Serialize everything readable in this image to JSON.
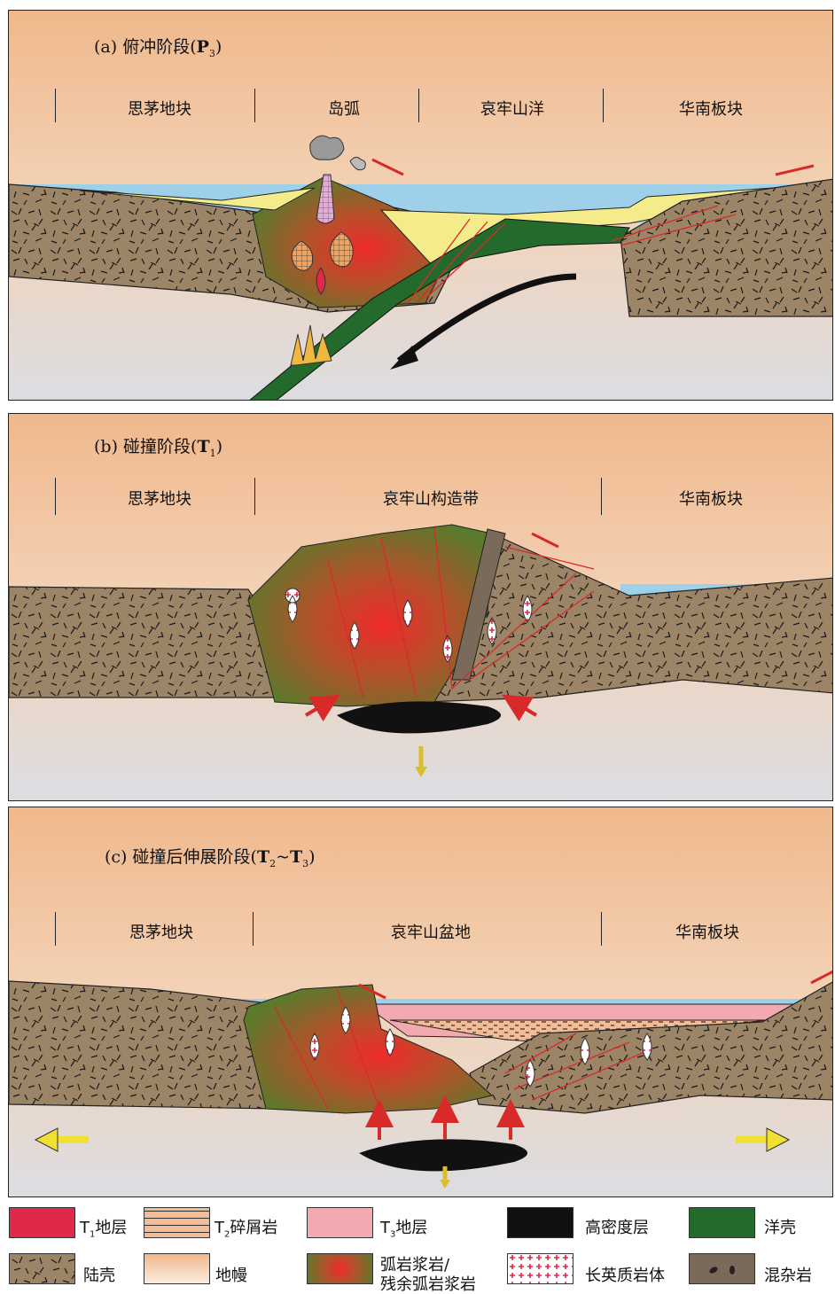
{
  "panels": {
    "a": {
      "label": "(a) 俯冲阶段",
      "period": "P",
      "period_sub": "3",
      "zones": [
        "思茅地块",
        "岛弧",
        "哀牢山洋",
        "华南板块"
      ]
    },
    "b": {
      "label": "(b) 碰撞阶段",
      "period": "T",
      "period_sub": "1",
      "zones": [
        "思茅地块",
        "哀牢山构造带",
        "华南板块"
      ]
    },
    "c": {
      "label": "(c) 碰撞后伸展阶段",
      "period_start": "T",
      "period_start_sub": "2",
      "period_sep": "~",
      "period_end": "T",
      "period_end_sub": "3",
      "zones": [
        "思茅地块",
        "哀牢山盆地",
        "华南板块"
      ]
    }
  },
  "legend": {
    "items": [
      {
        "prefix": "T",
        "sub": "1",
        "label": "地层"
      },
      {
        "prefix": "T",
        "sub": "2",
        "label": "碎屑岩"
      },
      {
        "prefix": "T",
        "sub": "3",
        "label": "地层"
      },
      {
        "prefix": "",
        "sub": "",
        "label": "高密度层"
      },
      {
        "prefix": "",
        "sub": "",
        "label": "洋壳"
      },
      {
        "prefix": "",
        "sub": "",
        "label": "陆壳"
      },
      {
        "prefix": "",
        "sub": "",
        "label": "地幔"
      },
      {
        "prefix": "",
        "sub": "",
        "label": "弧岩浆岩/"
      },
      {
        "prefix": "",
        "sub": "",
        "label": "长英质岩体"
      },
      {
        "prefix": "",
        "sub": "",
        "label": "混杂岩"
      }
    ],
    "item8_line2": "残余弧岩浆岩"
  },
  "colors": {
    "t1": "#e0284a",
    "t3": "#f2a9b0",
    "high_density": "#111111",
    "oceanic_crust": "#236a2c",
    "continental_crust": "#9c8466",
    "mantle_top": "#f0b88c",
    "sea": "#9fd0ea",
    "sediment": "#f4ec8a"
  }
}
